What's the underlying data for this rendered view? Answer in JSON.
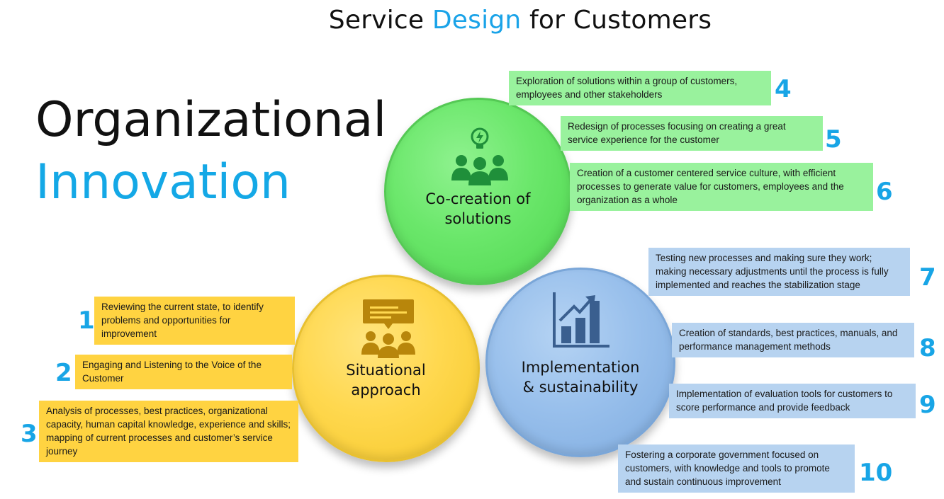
{
  "title": {
    "part1": "Service ",
    "part2": "Design",
    "part3": " for Customers"
  },
  "heading": {
    "line1": "Organizational",
    "line2": "Innovation"
  },
  "circles": {
    "green": {
      "line1": "Co-creation of",
      "line2": "solutions",
      "icon": "team-idea-icon"
    },
    "yellow": {
      "line1": "Situational",
      "line2": "approach",
      "icon": "discussion-icon"
    },
    "blue": {
      "line1": "Implementation",
      "line2": "& sustainability",
      "icon": "growth-chart-icon"
    }
  },
  "items": [
    {
      "num": "1",
      "text": "Reviewing the current state, to identify problems and opportunities for improvement"
    },
    {
      "num": "2",
      "text": "Engaging and Listening to the Voice of the Customer"
    },
    {
      "num": "3",
      "text": "Analysis of processes, best practices, organizational capacity, human capital knowledge, experience and skills; mapping of current processes and customer’s service journey"
    },
    {
      "num": "4",
      "text": "Exploration of solutions within a group of customers, employees and other stakeholders"
    },
    {
      "num": "5",
      "text": "Redesign of processes focusing on creating a great service experience for the customer"
    },
    {
      "num": "6",
      "text": "Creation of a customer centered service culture, with efficient processes to generate value for customers, employees and the organization as a whole"
    },
    {
      "num": "7",
      "text": "Testing new processes and making sure they work; making necessary adjustments until the process is fully implemented and reaches the stabilization stage"
    },
    {
      "num": "8",
      "text": "Creation of standards,  best practices, manuals, and performance management methods"
    },
    {
      "num": "9",
      "text": "Implementation of evaluation tools for customers to score performance and provide feedback"
    },
    {
      "num": "10",
      "text": "Fostering a corporate government focused on customers, with knowledge and tools to promote and sustain continuous improvement"
    }
  ],
  "colors": {
    "accent": "#1aa3e8",
    "green": "#6be76b",
    "yellow": "#ffd84f",
    "blue": "#99c0ec"
  }
}
